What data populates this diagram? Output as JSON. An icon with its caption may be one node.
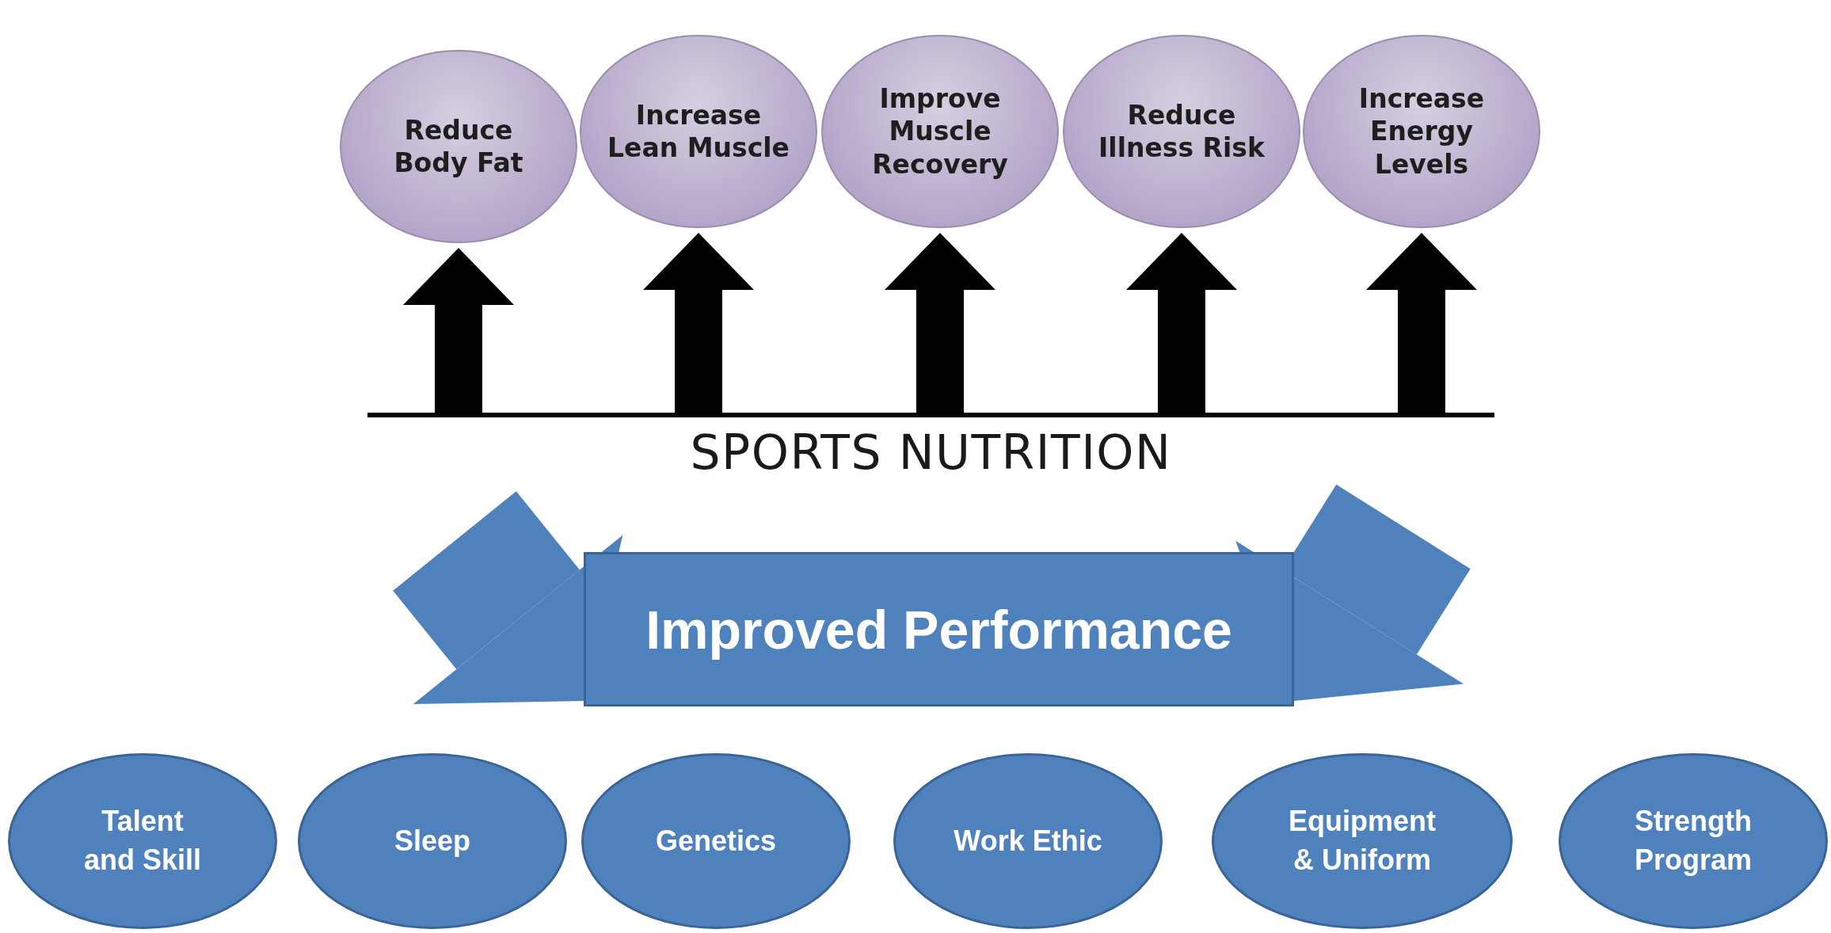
{
  "diagram": {
    "nodes": [
      {
        "text": [
          "Reduce Body Fat"
        ]
      },
      {
        "text": [
          "Increase Lean Muscle"
        ]
      },
      {
        "text": [
          "Improve Muscle Recovery"
        ]
      },
      {
        "text": [
          "Reduce Illness Risk"
        ]
      },
      {
        "text": [
          "Increase Energy Levels"
        ]
      },
      {
        "text": [
          "SPORTS NUTRITION"
        ]
      },
      {
        "text": [
          "Improved Performance"
        ]
      },
      {
        "text": [
          "Talent and Skill"
        ]
      },
      {
        "text": [
          "Sleep"
        ]
      },
      {
        "text": [
          "Genetics"
        ]
      },
      {
        "text": [
          "Work Ethic"
        ]
      },
      {
        "text": [
          "Equipment & Uniform"
        ]
      },
      {
        "text": [
          "Strength Program"
        ]
      }
    ],
    "edges": [
      {
        "from": 5,
        "to": 0,
        "arrow": "to"
      },
      {
        "from": 5,
        "to": 1,
        "arrow": "to"
      },
      {
        "from": 5,
        "to": 2,
        "arrow": "to"
      },
      {
        "from": 5,
        "to": 3,
        "arrow": "to"
      },
      {
        "from": 5,
        "to": 4,
        "arrow": "to"
      },
      {
        "from": null,
        "to": 6,
        "arrow": "to",
        "style": "thick",
        "color": "#4f81bd"
      },
      {
        "from": null,
        "to": 6,
        "arrow": "to",
        "style": "thick",
        "color": "#4f81bd"
      }
    ]
  }
}
